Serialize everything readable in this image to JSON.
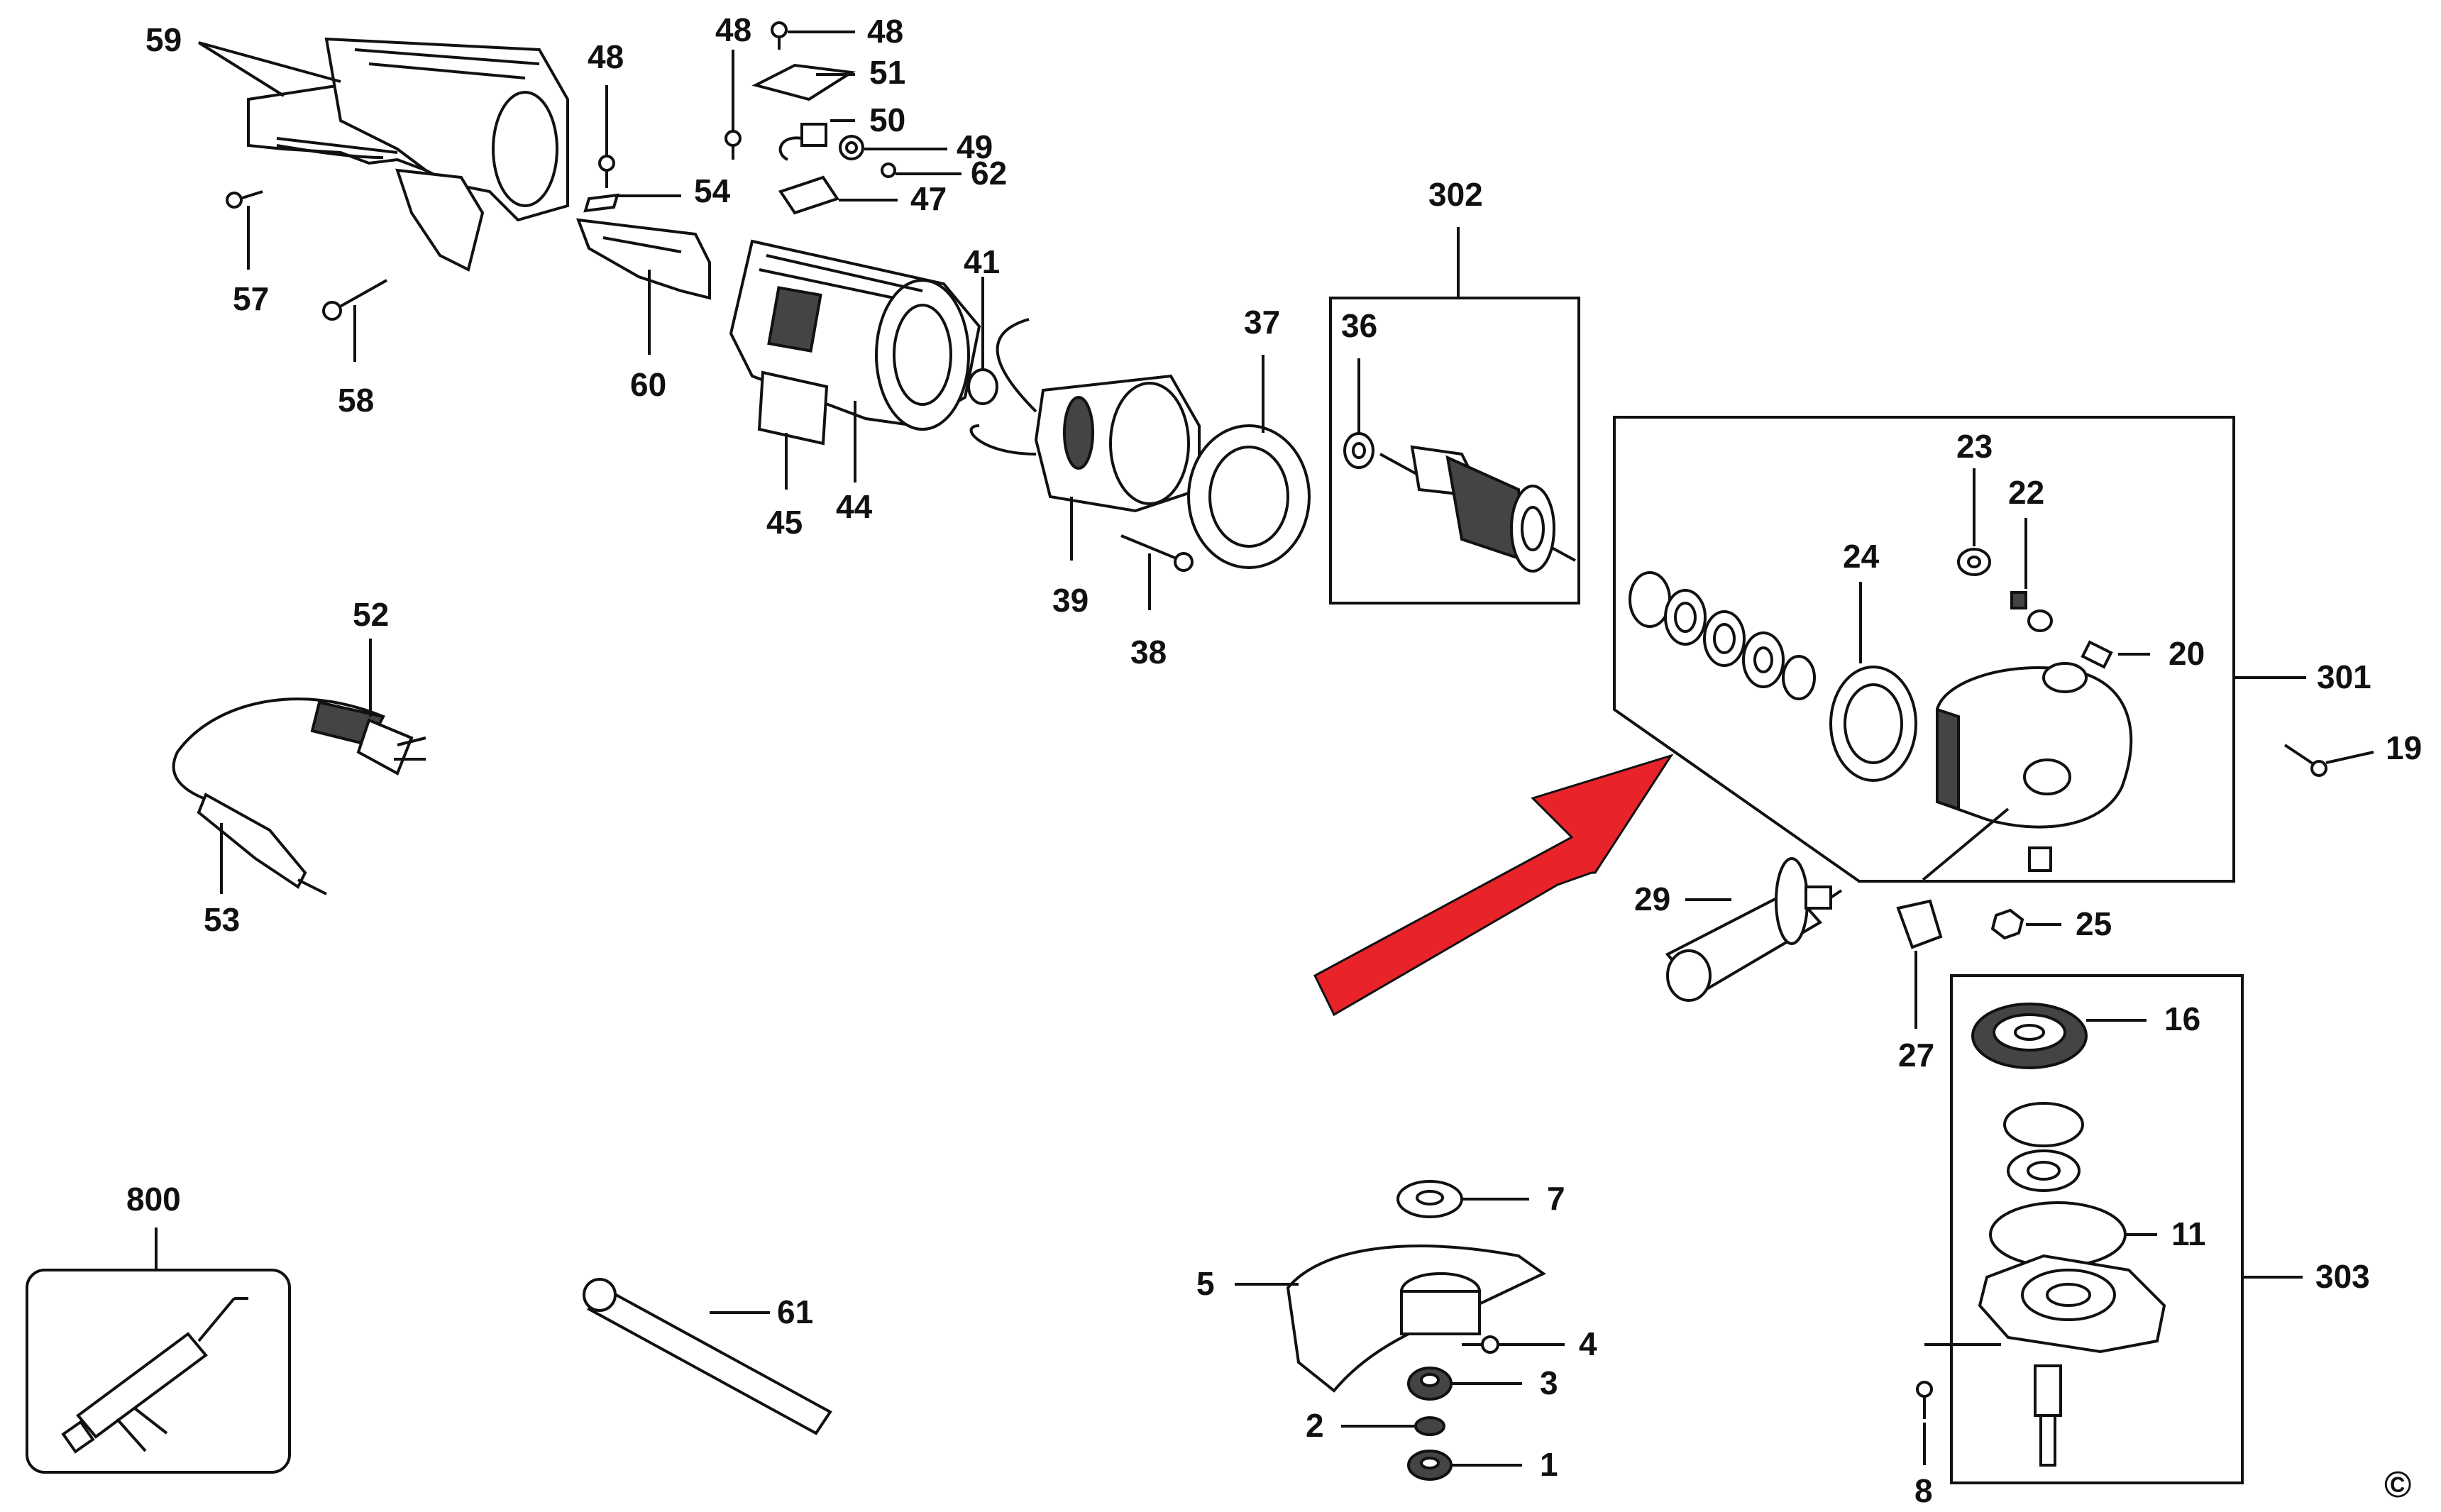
{
  "diagram": {
    "labels": {
      "p59": "59",
      "p48a": "48",
      "p48b": "48",
      "p51": "51",
      "p50": "50",
      "p49": "49",
      "p62": "62",
      "p47": "47",
      "p54": "54",
      "p57": "57",
      "p58": "58",
      "p60": "60",
      "p41": "41",
      "p37": "37",
      "p36": "36",
      "p302": "302",
      "p45": "45",
      "p44": "44",
      "p39": "39",
      "p38": "38",
      "p52": "52",
      "p53": "53",
      "p23": "23",
      "p22": "22",
      "p24": "24",
      "p20": "20",
      "p301": "301",
      "p19": "19",
      "p29": "29",
      "p25": "25",
      "p27": "27",
      "p16": "16",
      "p11": "11",
      "p303": "303",
      "p800": "800",
      "p61": "61",
      "p7": "7",
      "p5": "5",
      "p4": "4",
      "p3": "3",
      "p2": "2",
      "p1": "1",
      "p8": "8"
    },
    "copyright": "©",
    "accent_color": "#e8232a"
  }
}
